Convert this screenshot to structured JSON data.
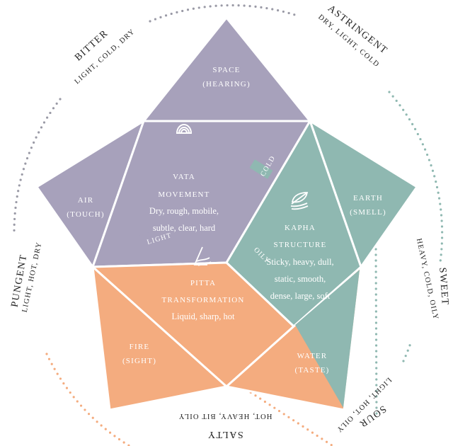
{
  "colors": {
    "vata": "#a7a1bb",
    "kapha": "#8fb8b1",
    "pitta": "#f4ac7f",
    "dots_gray": "#9a9aa6"
  },
  "elements": {
    "space": {
      "name": "SPACE",
      "sense": "(HEARING)"
    },
    "air": {
      "name": "AIR",
      "sense": "(TOUCH)"
    },
    "earth": {
      "name": "EARTH",
      "sense": "(SMELL)"
    },
    "fire": {
      "name": "FIRE",
      "sense": "(SIGHT)"
    },
    "water": {
      "name": "WATER",
      "sense": "(TASTE)"
    }
  },
  "doshas": {
    "vata": {
      "name": "VATA",
      "role": "MOVEMENT",
      "qualities": [
        "Dry, rough, mobile,",
        "subtle, clear, hard"
      ],
      "icon": "vata-arches-icon"
    },
    "kapha": {
      "name": "KAPHA",
      "role": "STRUCTURE",
      "qualities": [
        "Sticky, heavy, dull,",
        "static, smooth,",
        "dense, large, soft"
      ],
      "icon": "kapha-leaf-icon"
    },
    "pitta": {
      "name": "PITTA",
      "role": "TRANSFORMATION",
      "qualities": [
        "Liquid, sharp, hot"
      ],
      "icon": "pitta-flame-icon"
    }
  },
  "edges": {
    "cold": "COLD",
    "light": "LIGHT",
    "oily": "OILY"
  },
  "tastes": {
    "bitter": {
      "name": "BITTER",
      "props": "LIGHT, COLD, DRY"
    },
    "astringent": {
      "name": "ASTRINGENT",
      "props": "DRY, LIGHT, COLD"
    },
    "pungent": {
      "name": "PUNGENT",
      "props": "LIGHT, HOT, DRY"
    },
    "sweet": {
      "name": "SWEET",
      "props": "HEAVY, COLD, OILY"
    },
    "salty": {
      "name": "SALTY",
      "props": "HOT, HEAVY, BIT OILY"
    },
    "sour": {
      "name": "SOUR",
      "props": "LIGHT, HOT, OILY"
    }
  }
}
